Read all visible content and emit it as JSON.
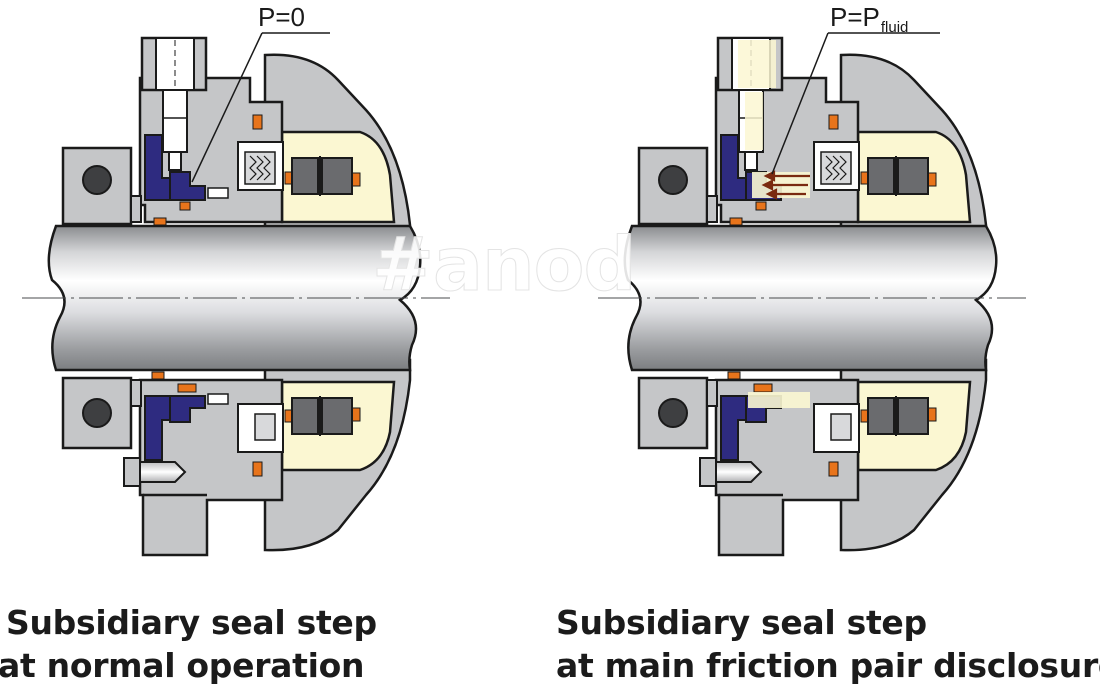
{
  "watermark": "#anod",
  "colors": {
    "housing": "#c5c6c8",
    "stroke": "#1a1a1a",
    "cream": "#fbf7d2",
    "navy": "#2e2b80",
    "orange": "#e8741b",
    "brown": "#7a2a10"
  },
  "left": {
    "label": "P=0",
    "caption_line1": "Subsidiary seal step",
    "caption_line2": "at normal operation"
  },
  "right": {
    "label_base": "P=P",
    "label_sub": "fluid",
    "caption_line1": "Subsidiary seal step",
    "caption_line2": "at main friction pair disclosure"
  }
}
